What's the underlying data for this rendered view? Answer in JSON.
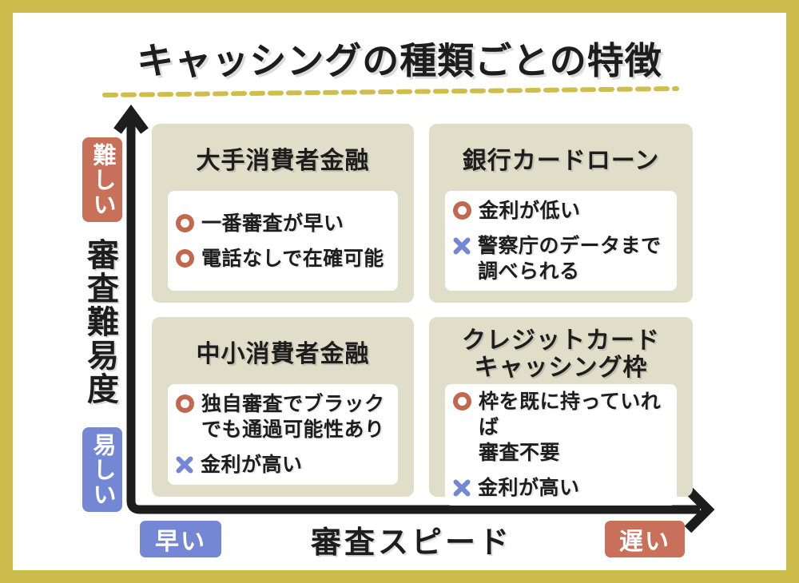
{
  "title": "キャッシングの種類ごとの特徴",
  "axes": {
    "y": {
      "label": "審査難易度",
      "top_badge": "難しい",
      "bottom_badge": "易しい"
    },
    "x": {
      "label": "審査スピード",
      "left_badge": "早い",
      "right_badge": "遅い"
    }
  },
  "quadrants": {
    "top_left": {
      "title": "大手消費者金融",
      "items": [
        {
          "mark": "pro",
          "text": "一番審査が早い"
        },
        {
          "mark": "pro",
          "text": "電話なしで在確可能"
        }
      ]
    },
    "top_right": {
      "title": "銀行カードローン",
      "items": [
        {
          "mark": "pro",
          "text": "金利が低い"
        },
        {
          "mark": "con",
          "text": "警察庁のデータまで\n調べられる"
        }
      ]
    },
    "bottom_left": {
      "title": "中小消費者金融",
      "items": [
        {
          "mark": "pro",
          "text": "独自審査でブラック\nでも通過可能性あり"
        },
        {
          "mark": "con",
          "text": "金利が高い"
        }
      ]
    },
    "bottom_right": {
      "title": "クレジットカード\nキャッシング枠",
      "items": [
        {
          "mark": "pro",
          "text": "枠を既に持っていれば\n審査不要"
        },
        {
          "mark": "con",
          "text": "金利が高い"
        }
      ]
    }
  },
  "icons": {
    "pro": "ring-circle-icon",
    "con": "cross-icon"
  },
  "colors": {
    "frame_yellow": "#cbbc4c",
    "dash_yellow": "#cfbe4c",
    "panel_beige": "#e0dec9",
    "pro_ring_red": "#c2684f",
    "con_cross_blue": "#7487d4",
    "badge_red": "#c8705a",
    "badge_blue": "#7487d4",
    "ink": "#1d1d1d"
  }
}
